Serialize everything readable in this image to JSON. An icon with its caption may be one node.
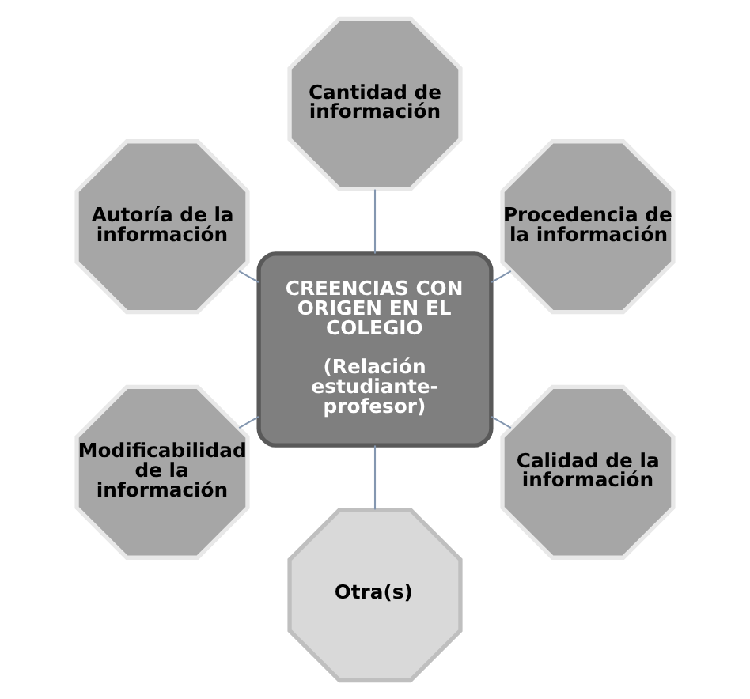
{
  "diagram": {
    "nodes": [
      {
        "text": [
          "CREENCIAS CON ORIGEN EN EL COLEGIO",
          "(Relación estudiante-profesor)"
        ]
      },
      {
        "text": [
          "Cantidad de información"
        ]
      },
      {
        "text": [
          "Procedencia de la información"
        ]
      },
      {
        "text": [
          "Calidad de la información"
        ]
      },
      {
        "text": [
          "Otra(s)"
        ]
      },
      {
        "text": [
          "Modificabilidad de la información"
        ]
      },
      {
        "text": [
          "Autoría de la información"
        ]
      }
    ],
    "edges": [
      {
        "from": 0,
        "to": 1,
        "arrow": "none"
      },
      {
        "from": 0,
        "to": 2,
        "arrow": "none"
      },
      {
        "from": 0,
        "to": 3,
        "arrow": "none"
      },
      {
        "from": 0,
        "to": 4,
        "arrow": "none"
      },
      {
        "from": 0,
        "to": 5,
        "arrow": "none"
      },
      {
        "from": 0,
        "to": 6,
        "arrow": "none"
      }
    ]
  }
}
